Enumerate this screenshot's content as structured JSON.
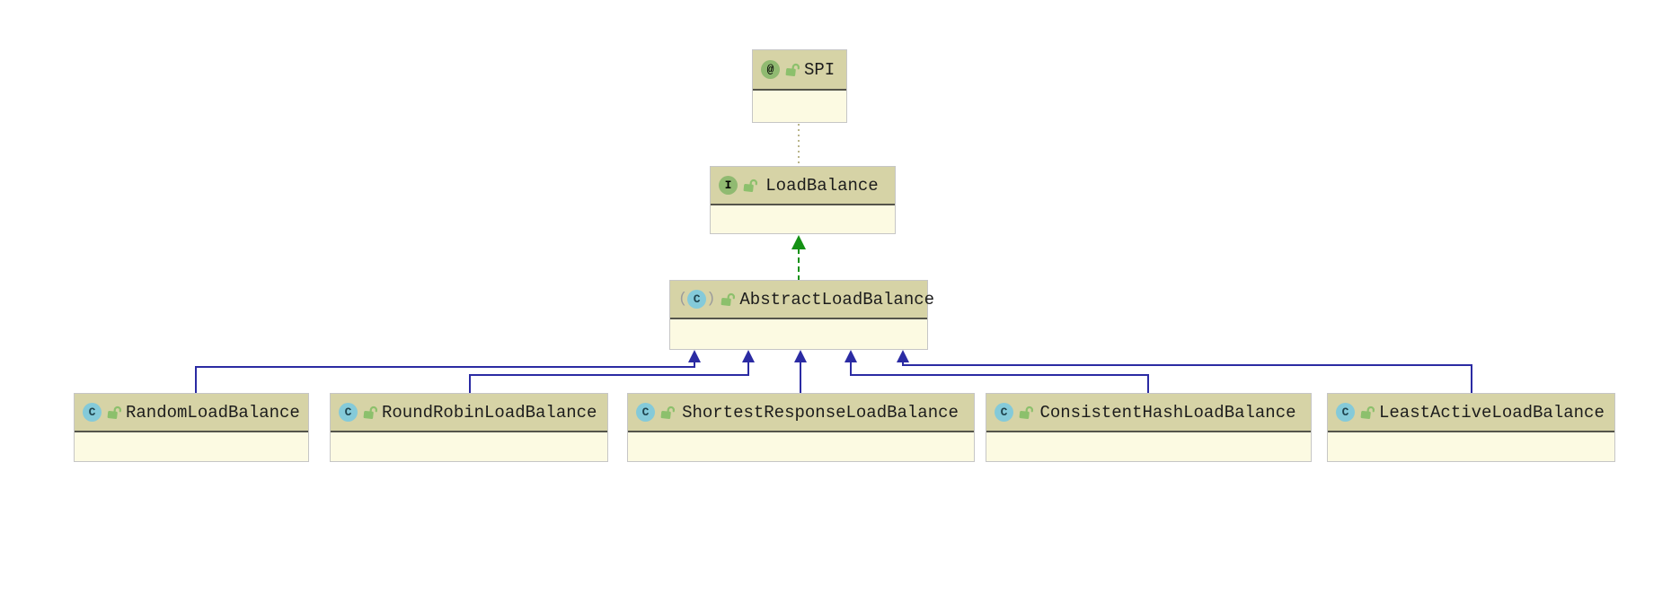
{
  "diagram": {
    "type": "uml-class-hierarchy",
    "nodes": {
      "spi": {
        "label": "SPI",
        "icon": "annotation-icon",
        "icon_glyph": "@",
        "visibility_icon": "unlocked-icon"
      },
      "loadbalance": {
        "label": "LoadBalance",
        "icon": "interface-icon",
        "icon_glyph": "I",
        "visibility_icon": "unlocked-icon"
      },
      "abstractloadbalance": {
        "label": "AbstractLoadBalance",
        "icon": "abstract-class-icon",
        "icon_glyph": "C",
        "visibility_icon": "unlocked-icon"
      },
      "randomloadbalance": {
        "label": "RandomLoadBalance",
        "icon": "class-icon",
        "icon_glyph": "C",
        "visibility_icon": "unlocked-icon"
      },
      "roundrobinloadbalance": {
        "label": "RoundRobinLoadBalance",
        "icon": "class-icon",
        "icon_glyph": "C",
        "visibility_icon": "unlocked-icon"
      },
      "shortestresponseloadbalance": {
        "label": "ShortestResponseLoadBalance",
        "icon": "class-icon",
        "icon_glyph": "C",
        "visibility_icon": "unlocked-icon"
      },
      "consistenthashloadbalance": {
        "label": "ConsistentHashLoadBalance",
        "icon": "class-icon",
        "icon_glyph": "C",
        "visibility_icon": "unlocked-icon"
      },
      "leastactiveloadbalance": {
        "label": "LeastActiveLoadBalance",
        "icon": "class-icon",
        "icon_glyph": "C",
        "visibility_icon": "unlocked-icon"
      }
    },
    "decorations": {
      "abstract_open_paren": "(",
      "abstract_close_paren": ")"
    },
    "edges": [
      {
        "from": "LoadBalance",
        "to": "SPI",
        "type": "annotated-with",
        "style": "dotted",
        "color": "#b9b58a"
      },
      {
        "from": "AbstractLoadBalance",
        "to": "LoadBalance",
        "type": "implements",
        "style": "dashed",
        "color": "#149114"
      },
      {
        "from": "RandomLoadBalance",
        "to": "AbstractLoadBalance",
        "type": "extends",
        "style": "solid",
        "color": "#2b2ba3"
      },
      {
        "from": "RoundRobinLoadBalance",
        "to": "AbstractLoadBalance",
        "type": "extends",
        "style": "solid",
        "color": "#2b2ba3"
      },
      {
        "from": "ShortestResponseLoadBalance",
        "to": "AbstractLoadBalance",
        "type": "extends",
        "style": "solid",
        "color": "#2b2ba3"
      },
      {
        "from": "ConsistentHashLoadBalance",
        "to": "AbstractLoadBalance",
        "type": "extends",
        "style": "solid",
        "color": "#2b2ba3"
      },
      {
        "from": "LeastActiveLoadBalance",
        "to": "AbstractLoadBalance",
        "type": "extends",
        "style": "solid",
        "color": "#2b2ba3"
      }
    ],
    "colors": {
      "node_header": "#d6d3a6",
      "node_body": "#fcfae2",
      "node_border": "#c6c6c6",
      "header_separator": "#54544a",
      "extends_edge": "#2b2ba3",
      "implements_edge": "#149114",
      "annotation_edge": "#b9b58a",
      "class_icon_bg": "#84cad9",
      "interface_icon_bg": "#90ba71",
      "annotation_icon_bg": "#90ba71",
      "lock_icon_color": "#8cc06c",
      "label_text": "#1c1c1c"
    }
  }
}
